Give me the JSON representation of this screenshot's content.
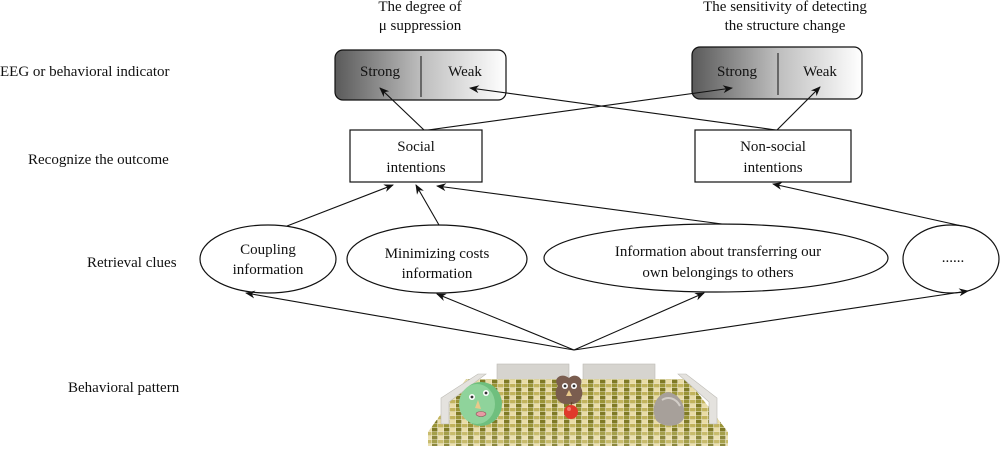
{
  "row_labels": {
    "indicator": "EEG or behavioral indicator",
    "outcome": "Recognize the outcome",
    "clues": "Retrieval clues",
    "pattern": "Behavioral pattern"
  },
  "indicators": [
    {
      "title_line1": "The degree of",
      "title_line2": "μ suppression",
      "strong": "Strong",
      "weak": "Weak"
    },
    {
      "title_line1": "The sensitivity of detecting",
      "title_line2": "the structure change",
      "strong": "Strong",
      "weak": "Weak"
    }
  ],
  "outcomes": [
    {
      "line1": "Social",
      "line2": "intentions"
    },
    {
      "line1": "Non-social",
      "line2": "intentions"
    }
  ],
  "clues": [
    {
      "line1": "Coupling",
      "line2": "information"
    },
    {
      "line1": "Minimizing costs",
      "line2": "information"
    },
    {
      "line1": "Information about transferring our",
      "line2": "own belongings to others"
    },
    {
      "line1": "......",
      "line2": ""
    }
  ],
  "scene": {
    "description": "3D arena with tiled floor, walls, green round agent, brown agent holding apple, grey rock",
    "colors": {
      "tile_light": "#e6d79a",
      "tile_dark": "#8a8a2e",
      "wall": "#d9d9d9",
      "agent_green": "#7cc98a",
      "agent_brown": "#7a5a4a",
      "apple": "#e0392b",
      "rock": "#a9a29b"
    }
  },
  "colors": {
    "gradient_dark": "#5a5a5a",
    "gradient_light": "#ffffff",
    "stroke": "#111111"
  }
}
